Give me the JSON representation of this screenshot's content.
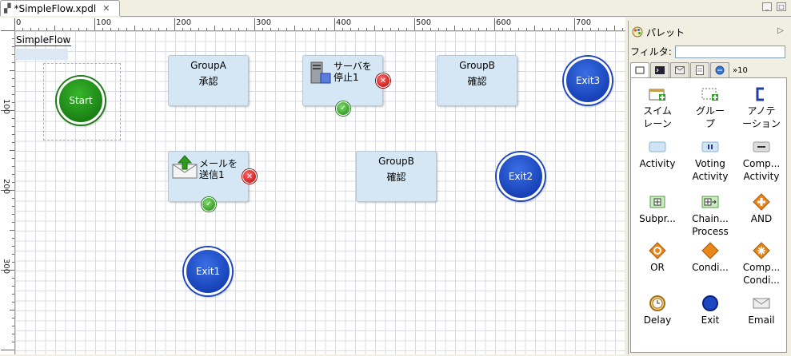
{
  "editor": {
    "tab_title": "*SimpleFlow.xpdl",
    "tab_icon": "process-file-icon",
    "close_glyph": "✕"
  },
  "ruler": {
    "top_labels": [
      "0",
      "100",
      "200",
      "300",
      "400",
      "500",
      "600",
      "700"
    ],
    "left_labels": [
      "100",
      "200",
      "300"
    ]
  },
  "canvas": {
    "pool_label": "SimpleFlow",
    "start": {
      "label": "Start"
    },
    "group_a": {
      "title": "GroupA",
      "subtitle": "承認"
    },
    "group_b1": {
      "title": "GroupB",
      "subtitle": "確認"
    },
    "group_b2": {
      "title": "GroupB",
      "subtitle": "確認"
    },
    "server_task": {
      "line1": "サーバを",
      "line2": "停止1"
    },
    "mail_task": {
      "line1": "メールを",
      "line2": "送信1"
    },
    "exit1": {
      "label": "Exit1"
    },
    "exit2": {
      "label": "Exit2"
    },
    "exit3": {
      "label": "Exit3"
    },
    "error_glyph": "✕",
    "ok_glyph": "✓"
  },
  "palette": {
    "title": "パレット",
    "filter_label": "フィルタ:",
    "filter_value": "",
    "more_tabs": "10",
    "items": [
      {
        "label": "スイム\nレーン",
        "icon": "swimlane-icon"
      },
      {
        "label": "グルー\nプ",
        "icon": "group-icon"
      },
      {
        "label": "アノテ\nーション",
        "icon": "annotation-icon"
      },
      {
        "label": "Activity",
        "icon": "activity-icon"
      },
      {
        "label": "Voting\nActivity",
        "icon": "voting-activity-icon"
      },
      {
        "label": "Comp...\nActivity",
        "icon": "compensation-activity-icon"
      },
      {
        "label": "Subpr...",
        "icon": "subprocess-icon"
      },
      {
        "label": "Chain...\nProcess",
        "icon": "chained-process-icon"
      },
      {
        "label": "AND",
        "icon": "and-gateway-icon"
      },
      {
        "label": "OR",
        "icon": "or-gateway-icon"
      },
      {
        "label": "Condi...",
        "icon": "conditional-gateway-icon"
      },
      {
        "label": "Comp...\nCondi...",
        "icon": "complex-conditional-icon"
      },
      {
        "label": "Delay",
        "icon": "delay-icon"
      },
      {
        "label": "Exit",
        "icon": "exit-icon"
      },
      {
        "label": "Email",
        "icon": "email-icon"
      }
    ]
  },
  "colors": {
    "start_green": "#1c7a17",
    "exit_blue": "#1e46c2",
    "group_fill": "#d5e7f5",
    "error_red": "#c00000"
  }
}
